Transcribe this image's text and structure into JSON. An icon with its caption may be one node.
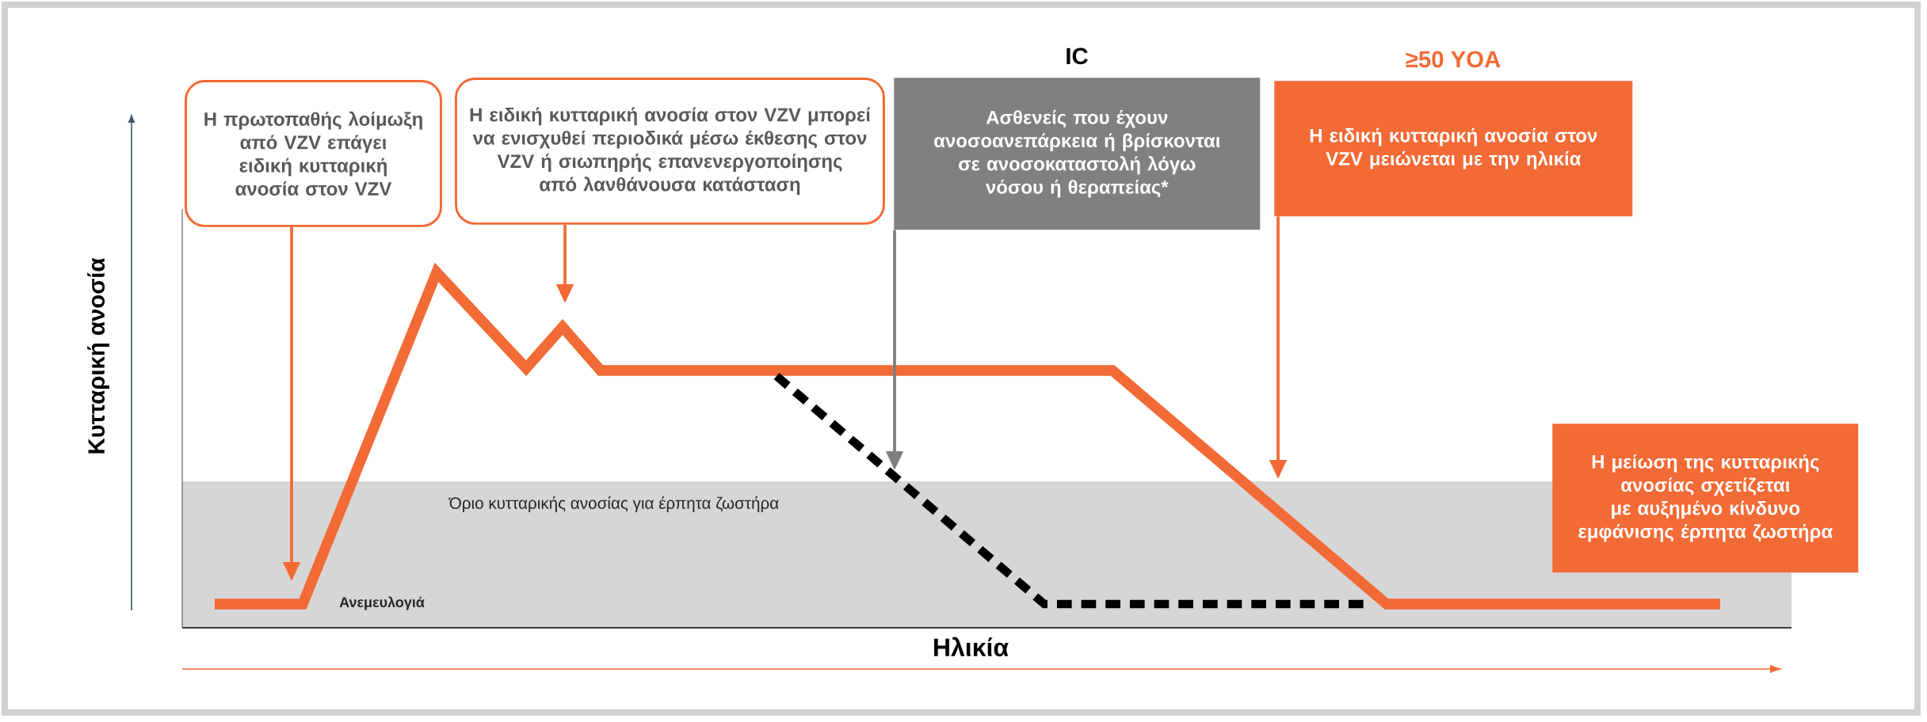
{
  "diagram": {
    "nodes": [
      {
        "text": [
          "Η πρωτοπαθής λοίμωξη από VZV επάγει ειδική κυτταρική ανοσία στον VZV"
        ]
      },
      {
        "text": [
          "Η ειδική κυτταρική ανοσία στον VZV μπορεί να ενισχυθεί περιοδικά μέσω έκθεσης στον VZV ή σιωπηρής επανενεργοποίησης από λανθάνουσα κατάσταση"
        ]
      },
      {
        "text": [
          "IC",
          "Ασθενείς που έχουν ανοσοανεπάρκεια ή βρίσκονται σε ανοσοκαταστολή λόγω νόσου ή θεραπείας*"
        ]
      },
      {
        "text": [
          "≥50 YOA",
          "Η ειδική κυτταρική ανοσία στον VZV μειώνεται με την ηλικία"
        ]
      },
      {
        "text": [
          "Η μείωση της κυτταρικής ανοσίας σχετίζεται με αυξημένο κίνδυνο εμφάνισης έρπητα ζωστήρα"
        ]
      }
    ],
    "edges": [
      {
        "from": 0,
        "to": null,
        "arrow": "to"
      },
      {
        "from": 1,
        "to": null,
        "arrow": "to"
      },
      {
        "from": 2,
        "to": null,
        "arrow": "to",
        "color": "#7f7f7f"
      },
      {
        "from": 3,
        "to": null,
        "arrow": "to"
      }
    ],
    "labels": [
      "Κυτταρική ανοσία",
      "Όριο κυτταρικής ανοσίας για έρπητα ζωστήρα",
      "Ανεμευλογιά",
      "Ηλικία"
    ]
  }
}
